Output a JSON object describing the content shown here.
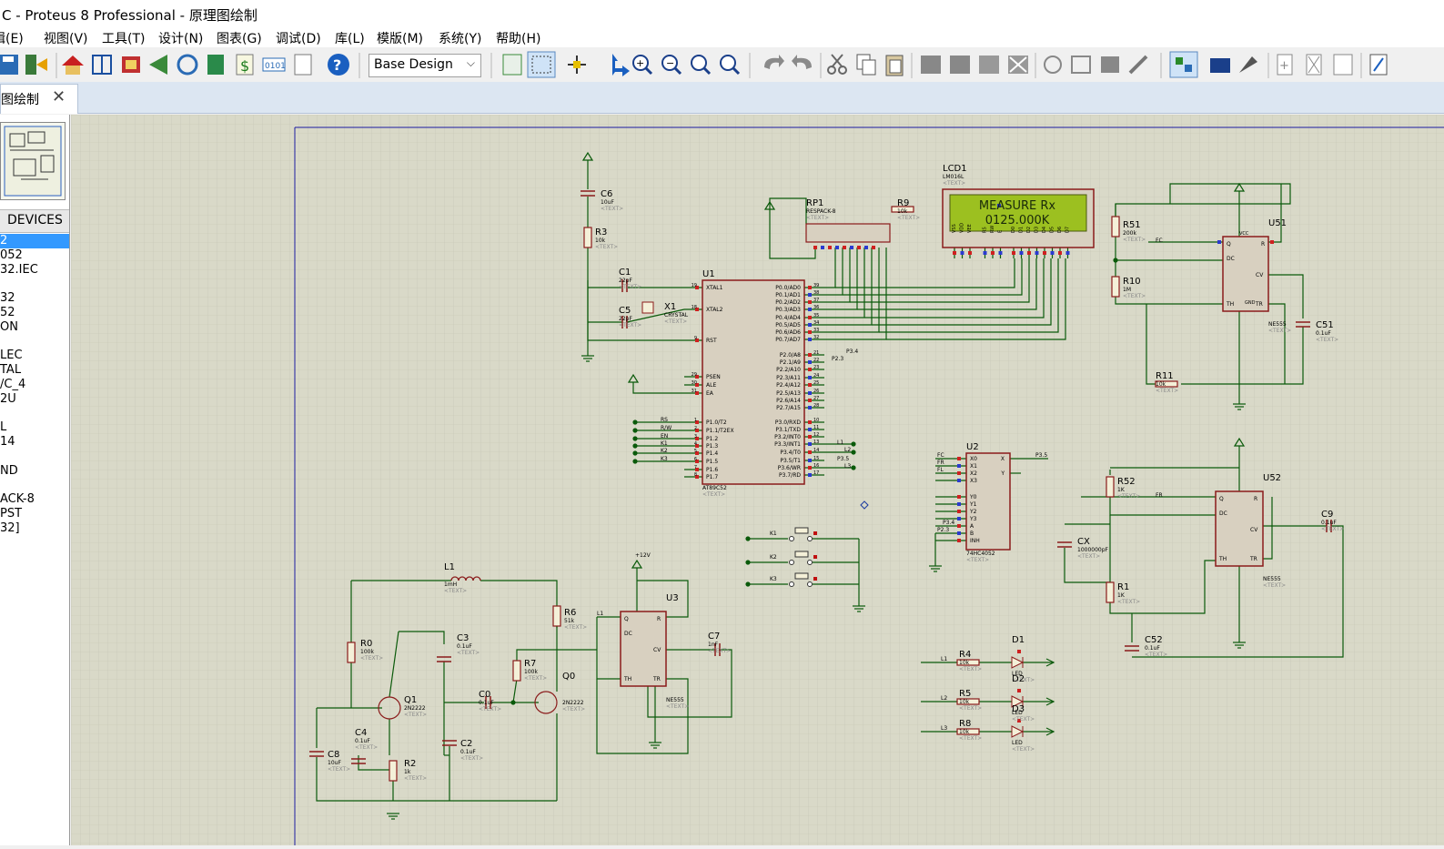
{
  "window": {
    "title": "C - Proteus 8 Professional - 原理图绘制"
  },
  "menu": [
    "编辑(E)",
    "视图(V)",
    "工具(T)",
    "设计(N)",
    "图表(G)",
    "调试(D)",
    "库(L)",
    "模版(M)",
    "系统(Y)",
    "帮助(H)"
  ],
  "menu_display": [
    "辑(E)",
    "视图(V)",
    "工具(T)",
    "设计(N)",
    "图表(G)",
    "调试(D)",
    "库(L)",
    "模版(M)",
    "系统(Y)",
    "帮助(H)"
  ],
  "toolbar": {
    "design_select": "Base Design"
  },
  "tab": {
    "label": "图绘制",
    "close": "✕"
  },
  "devices": {
    "header": "DEVICES",
    "items": [
      "2",
      "052",
      "32.IEC",
      "",
      "32",
      "52",
      "ON",
      "",
      "LEC",
      "TAL",
      "/C_4",
      "2U",
      "",
      "L",
      "14",
      "",
      "ND",
      "",
      "ACK-8",
      "PST",
      "32]"
    ],
    "selected_index": 0
  },
  "schematic": {
    "lcd": {
      "ref": "LCD1",
      "part": "LM016L",
      "line1": "MEASURE Rx",
      "line2": "0125.000K",
      "pins": [
        "VSS",
        "VDD",
        "VEE",
        "RS",
        "RW",
        "E",
        "D0",
        "D1",
        "D2",
        "D3",
        "D4",
        "D5",
        "D6",
        "D7"
      ]
    },
    "rp1": {
      "ref": "RP1",
      "part": "RESPACK-8"
    },
    "u1": {
      "ref": "U1",
      "part": "AT89C52",
      "left_pins": [
        "XTAL1",
        "XTAL2",
        "RST",
        "PSEN",
        "ALE",
        "EA",
        "P1.0/T2",
        "P1.1/T2EX",
        "P1.2",
        "P1.3",
        "P1.4",
        "P1.5",
        "P1.6",
        "P1.7"
      ],
      "left_nums": [
        "19",
        "18",
        "9",
        "29",
        "30",
        "31",
        "1",
        "2",
        "3",
        "4",
        "5",
        "6",
        "7",
        "8"
      ],
      "right_pins": [
        "P0.0/AD0",
        "P0.1/AD1",
        "P0.2/AD2",
        "P0.3/AD3",
        "P0.4/AD4",
        "P0.5/AD5",
        "P0.6/AD6",
        "P0.7/AD7",
        "P2.0/A8",
        "P2.1/A9",
        "P2.2/A10",
        "P2.3/A11",
        "P2.4/A12",
        "P2.5/A13",
        "P2.6/A14",
        "P2.7/A15",
        "P3.0/RXD",
        "P3.1/TXD",
        "P3.2/INT0",
        "P3.3/INT1",
        "P3.4/T0",
        "P3.5/T1",
        "P3.6/WR",
        "P3.7/RD"
      ],
      "right_nums": [
        "39",
        "38",
        "37",
        "36",
        "35",
        "34",
        "33",
        "32",
        "21",
        "22",
        "23",
        "24",
        "25",
        "26",
        "27",
        "28",
        "10",
        "11",
        "12",
        "13",
        "14",
        "15",
        "16",
        "17"
      ],
      "net_labels_left": [
        "RS",
        "R/W",
        "EN",
        "K1",
        "K2",
        "K3"
      ]
    },
    "u2": {
      "ref": "U2",
      "part": "74HC4052",
      "pins": [
        "X0",
        "X1",
        "X2",
        "X3",
        "Y0",
        "Y1",
        "Y2",
        "Y3",
        "A",
        "B",
        "INH",
        "X",
        "Y"
      ]
    },
    "u3": {
      "ref": "U3",
      "part": "NE555"
    },
    "u51": {
      "ref": "U51",
      "part": "NE555"
    },
    "u52": {
      "ref": "U52",
      "part": "NE555"
    },
    "parts": [
      {
        "ref": "C6",
        "value": "10uF"
      },
      {
        "ref": "R3",
        "value": "10k"
      },
      {
        "ref": "C1",
        "value": "22pF"
      },
      {
        "ref": "C5",
        "value": "22pF"
      },
      {
        "ref": "X1",
        "value": "CRYSTAL"
      },
      {
        "ref": "R9",
        "value": "10k"
      },
      {
        "ref": "R51",
        "value": "200k"
      },
      {
        "ref": "R10",
        "value": "1M"
      },
      {
        "ref": "C51",
        "value": "0.1uF"
      },
      {
        "ref": "R11",
        "value": "10k"
      },
      {
        "ref": "R52",
        "value": "1K"
      },
      {
        "ref": "CX",
        "value": "1000000pF"
      },
      {
        "ref": "R1",
        "value": "1K"
      },
      {
        "ref": "C52",
        "value": "0.1uF"
      },
      {
        "ref": "C9",
        "value": "0.1uF"
      },
      {
        "ref": "L1",
        "value": "1mH"
      },
      {
        "ref": "R0",
        "value": "100k"
      },
      {
        "ref": "C3",
        "value": "0.1uF"
      },
      {
        "ref": "Q1",
        "value": "2N2222"
      },
      {
        "ref": "C4",
        "value": "0.1uF"
      },
      {
        "ref": "C8",
        "value": "10uF"
      },
      {
        "ref": "R2",
        "value": "1k"
      },
      {
        "ref": "C2",
        "value": "0.1uF"
      },
      {
        "ref": "C0",
        "value": "0.1uF"
      },
      {
        "ref": "R6",
        "value": "51k"
      },
      {
        "ref": "R7",
        "value": "100k"
      },
      {
        "ref": "Q0",
        "value": "2N2222"
      },
      {
        "ref": "C7",
        "value": "1nF"
      },
      {
        "ref": "R4",
        "value": "10k"
      },
      {
        "ref": "R5",
        "value": "10k"
      },
      {
        "ref": "R8",
        "value": "10k"
      },
      {
        "ref": "D1",
        "value": "LED"
      },
      {
        "ref": "D2",
        "value": "LED"
      },
      {
        "ref": "D3",
        "value": "LED"
      }
    ],
    "net_labels": [
      "P3.4",
      "P2.3",
      "L1",
      "L2",
      "L3",
      "P3.5",
      "FC",
      "FR",
      "FL",
      "+12V",
      "K1",
      "K2",
      "K3"
    ],
    "text_placeholder": "<TEXT>"
  }
}
